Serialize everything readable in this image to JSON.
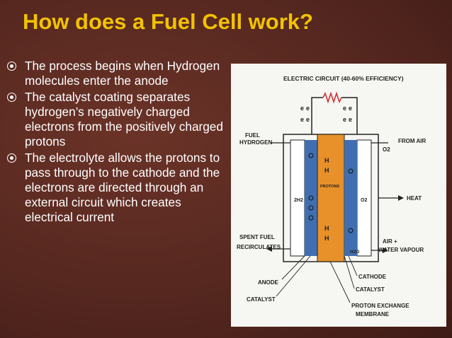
{
  "slide": {
    "title": "How does a Fuel Cell work?",
    "bullets": [
      "The process begins when Hydrogen molecules enter the anode",
      "The catalyst coating separates hydrogen’s negatively charged electrons from the positively charged protons",
      "The electrolyte allows the protons to pass through to the cathode and the electrons are directed through an external circuit which creates electrical current"
    ]
  },
  "diagram": {
    "circuit_label": "ELECTRIC CIRCUIT (40-60% EFFICIENCY)",
    "fuel_label_1": "FUEL",
    "fuel_label_2": "HYDROGEN",
    "from_air_label": "FROM AIR",
    "o2_label": "O2",
    "heat_label": "HEAT",
    "air_label_1": "AIR +",
    "air_label_2": "WATER VAPOUR",
    "spent_fuel_label_1": "SPENT FUEL",
    "spent_fuel_label_2": "RECIRCULATES",
    "anode_label": "ANODE",
    "catalyst_left_label": "CATALYST",
    "cathode_label": "CATHODE",
    "catalyst_right_label": "CATALYST",
    "pem_label_1": "PROTON EXCHANGE",
    "pem_label_2": "MEMBRANE",
    "h2_label": "2H2",
    "h2o_label": "H2O",
    "pem_center_label": "PROTONS",
    "electron_symbol": "e",
    "proton_symbol": "H",
    "colors": {
      "anode": "#3f6fb0",
      "membrane": "#e8902a",
      "cathode": "#3f6fb0",
      "title": "#f2c200"
    }
  }
}
